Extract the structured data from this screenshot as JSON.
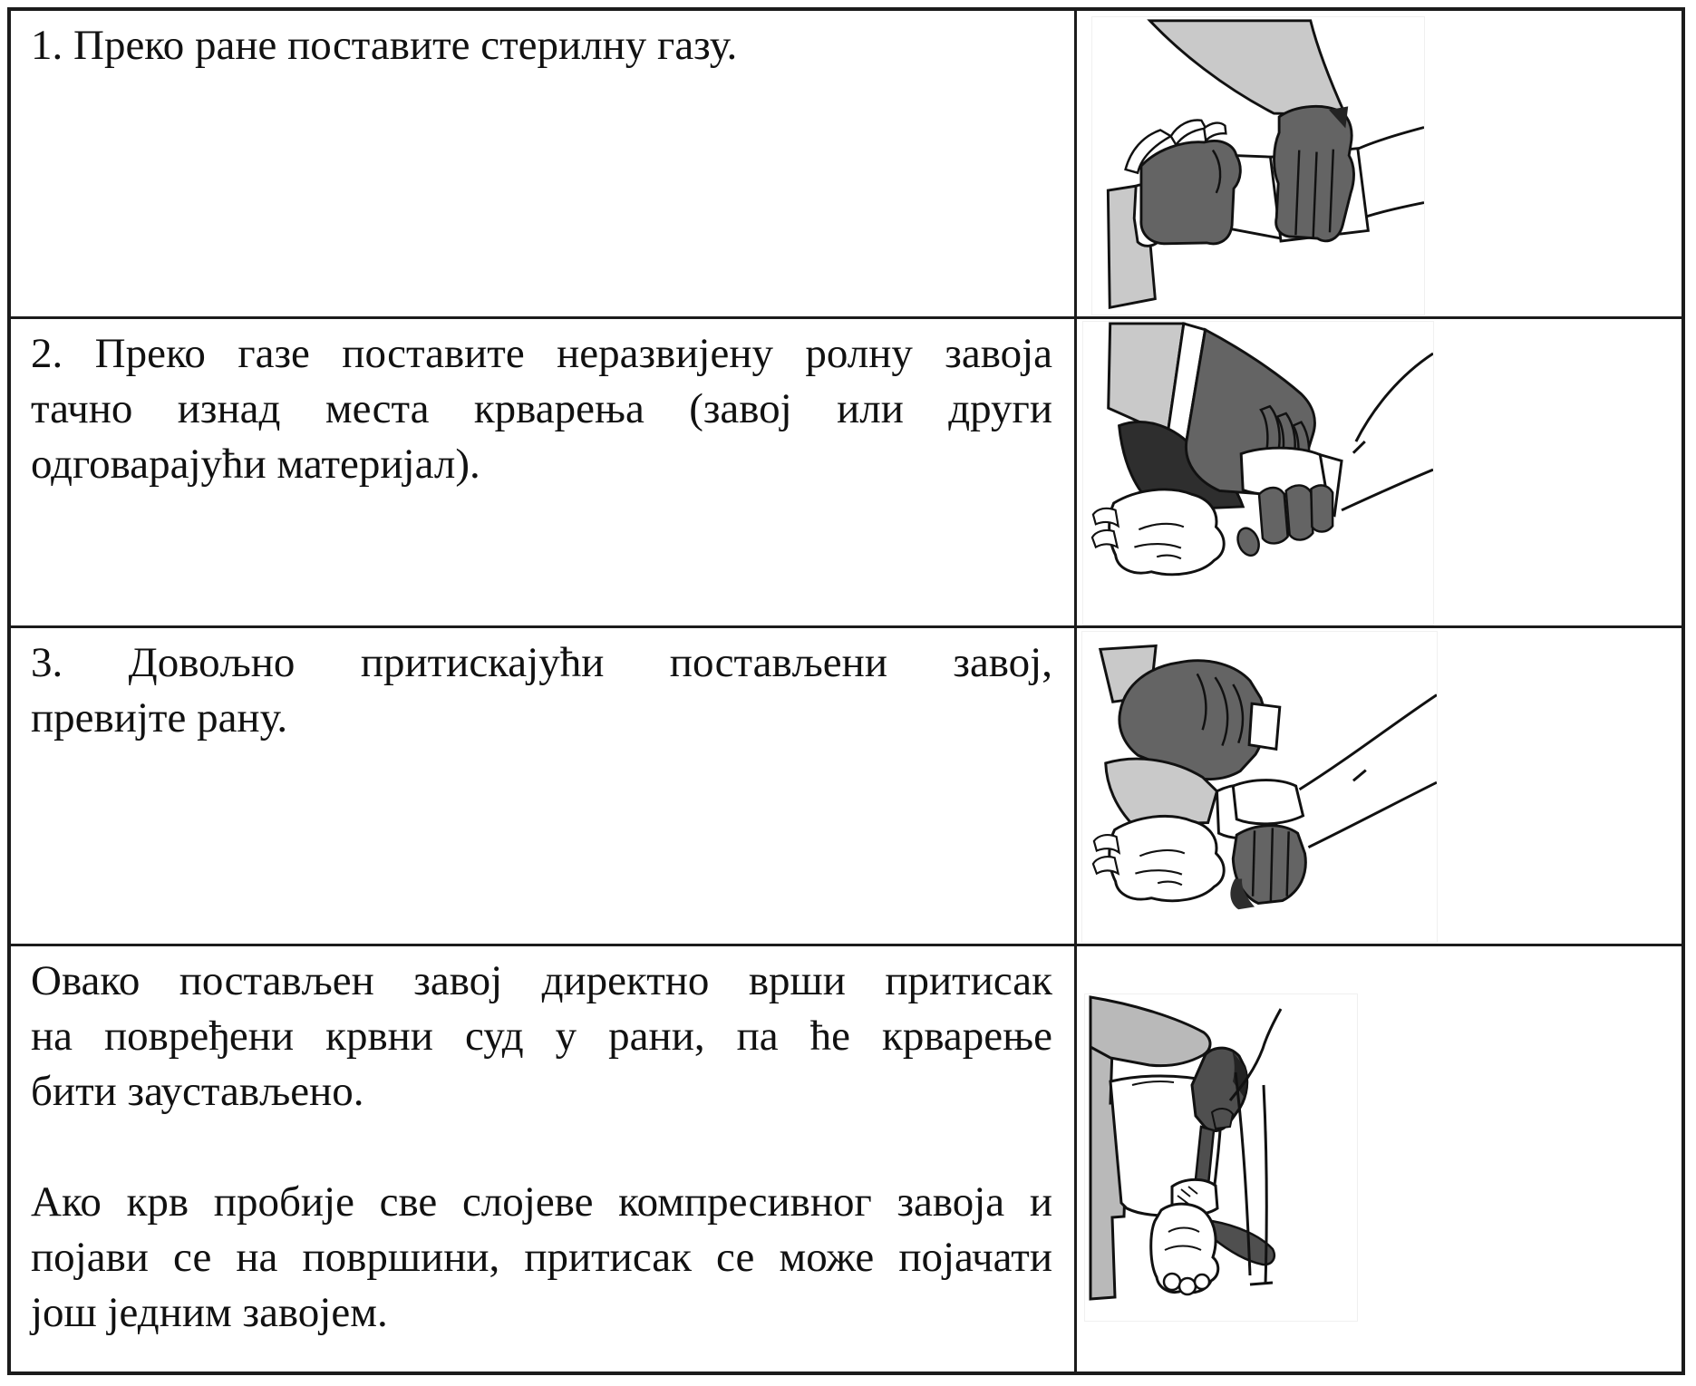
{
  "table": {
    "rows": [
      {
        "paragraphs": [
          [
            "1. Преко ране поставите стерилну газу."
          ]
        ],
        "illustration": "gloved-hands-placing-sterile-gauze-on-injured-wrist"
      },
      {
        "paragraphs": [
          [
            "2. Преко газе поставите неразвијену ролну завоја",
            "тачно изнад места крварења (завој или други",
            "одговарајући материјал)."
          ]
        ],
        "illustration": "gloved-hand-placing-unopened-bandage-roll-over-gauze"
      },
      {
        "paragraphs": [
          [
            "3. Довољно притискајући постављени завој,",
            "превијте рану."
          ]
        ],
        "illustration": "gloved-hands-wrapping-bandage-around-wrist-with-pressure"
      },
      {
        "paragraphs": [
          [
            "Овако постављен завој директно врши притисак",
            "на повређени крвни суд у рани, па ће крварење",
            "бити заустављено."
          ],
          [
            "Ако крв пробије све слојеве компресивног завоја и",
            "појави се на површини, притисак се може појачати",
            "још једним завојем."
          ]
        ],
        "illustration": "gloved-finger-pressing-on-applied-wrist-bandage"
      }
    ],
    "colors": {
      "ink": "#111111",
      "border": "#1b1b1b",
      "glove": "#646464",
      "glove_dark": "#232323",
      "sleeve": "#c9c9c9",
      "torso": "#b9b9b9",
      "shadow": "#2e2e2e",
      "paper": "#ffffff"
    }
  }
}
